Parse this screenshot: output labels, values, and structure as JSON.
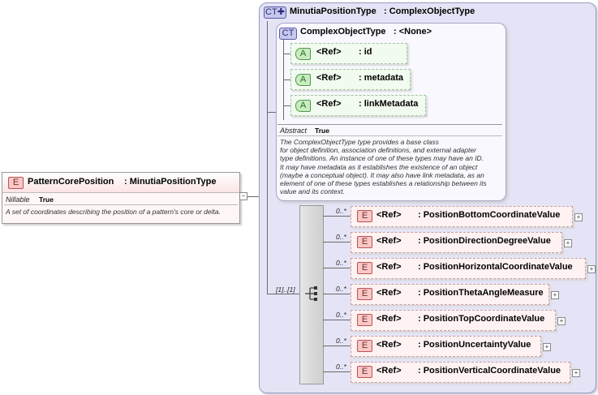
{
  "root": {
    "tag": "E",
    "name": "PatternCorePosition",
    "type": ": MinutiaPositionType",
    "nillable_label": "Nillable",
    "nillable_value": "True",
    "description": "A set of coordinates describing the position of a pattern's core or delta.",
    "collapse_symbol": "−"
  },
  "complex_type": {
    "tag": "CT",
    "name": "MinutiaPositionType",
    "type": ": ComplexObjectType"
  },
  "base_type": {
    "tag": "CT",
    "name": "ComplexObjectType",
    "type": ": <None>",
    "attributes": [
      {
        "tag": "A",
        "ref": "<Ref>",
        "name": ": id"
      },
      {
        "tag": "A",
        "ref": "<Ref>",
        "name": ": metadata"
      },
      {
        "tag": "A",
        "ref": "<Ref>",
        "name": ": linkMetadata"
      }
    ],
    "abstract_label": "Abstract",
    "abstract_value": "True",
    "description_lines": [
      "The ComplexObjectType type provides a base class",
      "for object definition, association definitions, and external adapter",
      "type definitions. An instance of one of these types may have an ID.",
      "It may have metadata as it establishes the existence of an object",
      "(maybe a conceptual object). It may also have link metadata, as an",
      "element of one of these types establishes a relationship between its",
      "value and its context."
    ]
  },
  "sequence": {
    "multiplicity": "[1]..[1]",
    "elements": [
      {
        "tag": "E",
        "ref": "<Ref>",
        "name": ": PositionBottomCoordinateValue",
        "mult": "0..*",
        "expand": "+"
      },
      {
        "tag": "E",
        "ref": "<Ref>",
        "name": ": PositionDirectionDegreeValue",
        "mult": "0..*",
        "expand": "+"
      },
      {
        "tag": "E",
        "ref": "<Ref>",
        "name": ": PositionHorizontalCoordinateValue",
        "mult": "0..*",
        "expand": "+"
      },
      {
        "tag": "E",
        "ref": "<Ref>",
        "name": ": PositionThetaAngleMeasure",
        "mult": "0..*",
        "expand": "+"
      },
      {
        "tag": "E",
        "ref": "<Ref>",
        "name": ": PositionTopCoordinateValue",
        "mult": "0..*",
        "expand": "+"
      },
      {
        "tag": "E",
        "ref": "<Ref>",
        "name": ": PositionUncertaintyValue",
        "mult": "0..*",
        "expand": "+"
      },
      {
        "tag": "E",
        "ref": "<Ref>",
        "name": ": PositionVerticalCoordinateValue",
        "mult": "0..*",
        "expand": "+"
      }
    ]
  }
}
